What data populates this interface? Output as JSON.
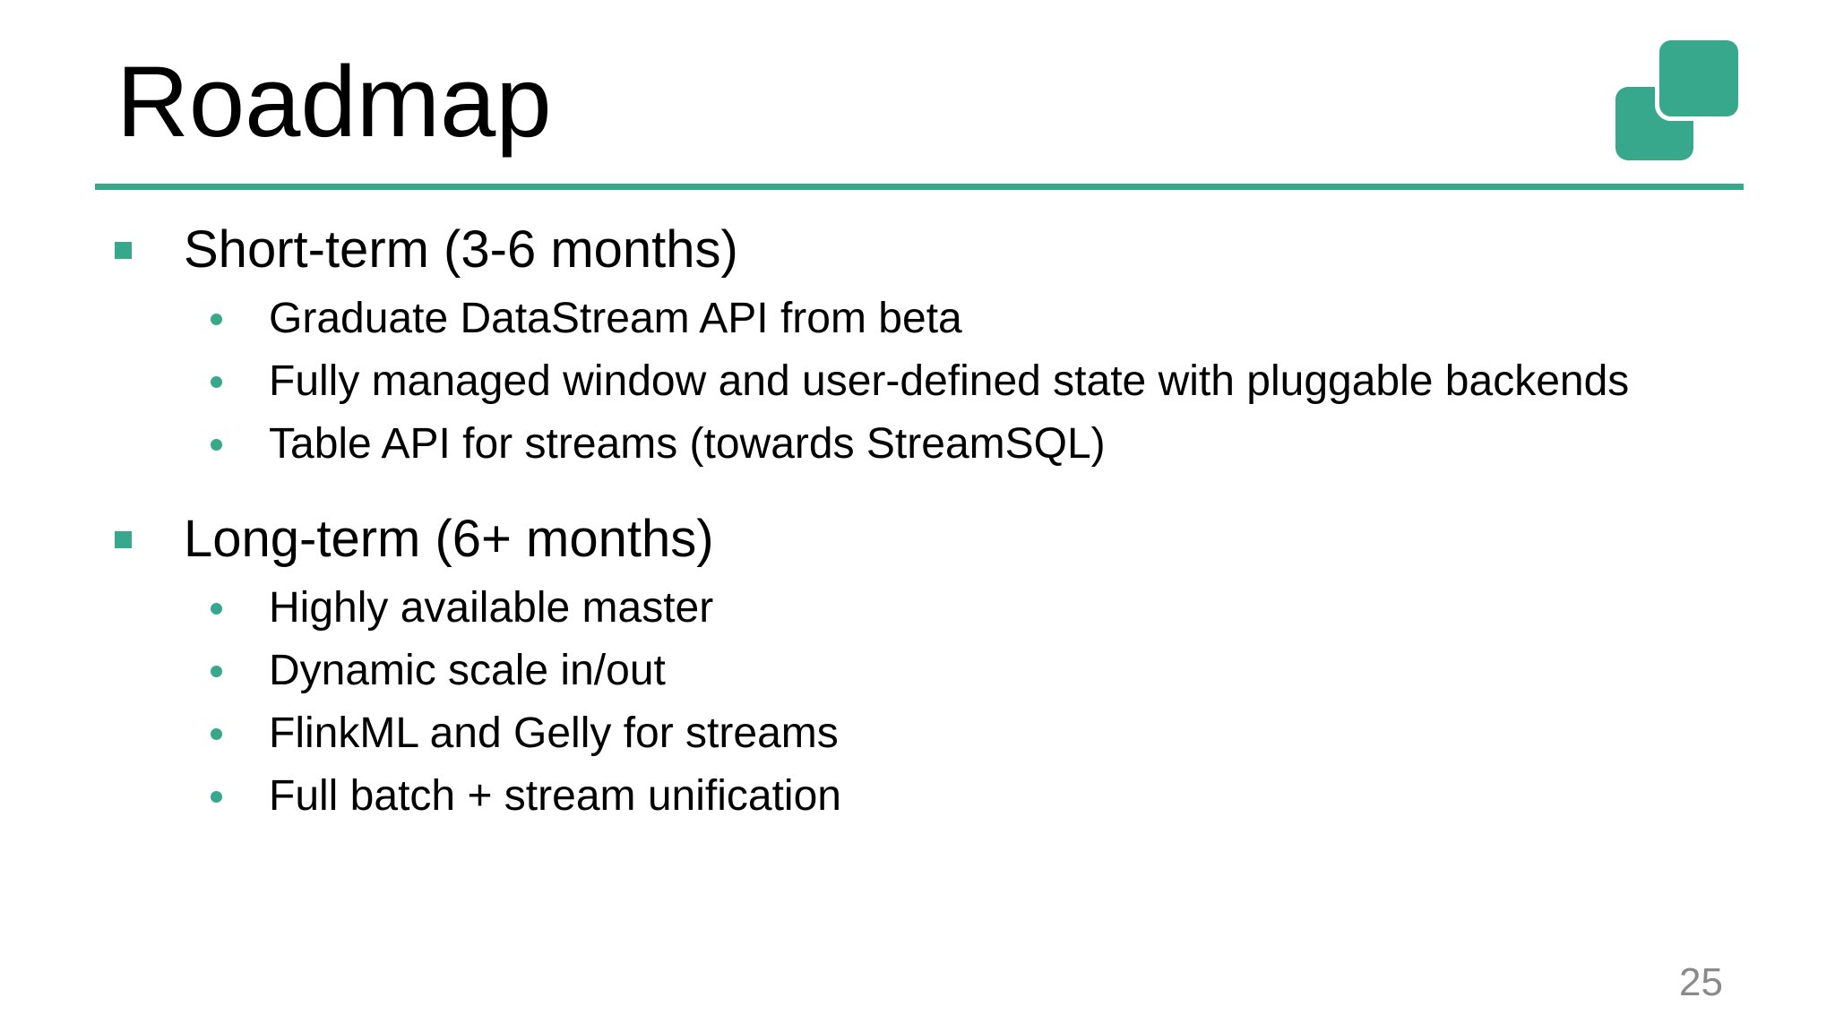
{
  "slide": {
    "title": "Roadmap",
    "page_number": "25",
    "accent_color": "#38A88C",
    "page_number_color": "#8A8A8A",
    "icons": {
      "logo": "two-overlapping-rounded-teal-squares"
    },
    "sections": [
      {
        "heading": "Short-term (3-6 months)",
        "items": [
          "Graduate DataStream API from beta",
          "Fully managed window and user-defined state with pluggable backends",
          "Table API for streams (towards StreamSQL)"
        ]
      },
      {
        "heading": "Long-term (6+ months)",
        "items": [
          "Highly available master",
          "Dynamic scale in/out",
          "FlinkML and Gelly for streams",
          "Full batch + stream unification"
        ]
      }
    ]
  }
}
